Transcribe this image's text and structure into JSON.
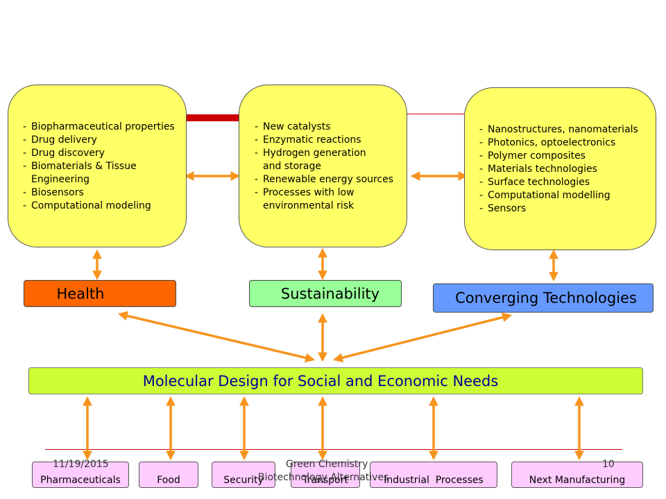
{
  "topics": [
    {
      "items": [
        "Biopharmaceutical properties",
        "Drug delivery",
        "Drug discovery",
        "Biomaterials & Tissue",
        "Engineering",
        "Biosensors",
        "Computational modeling"
      ]
    },
    {
      "items": [
        "New catalysts",
        "Enzymatic reactions",
        "Hydrogen generation",
        "and storage",
        "Renewable energy sources",
        "Processes with low",
        "environmental risk"
      ]
    },
    {
      "items": [
        "Nanostructures, nanomaterials",
        "Photonics, optoelectronics",
        "Polymer composites",
        "Materials technologies",
        "Surface technologies",
        "Computational modelling",
        "Sensors"
      ]
    }
  ],
  "labels": {
    "health": "Health",
    "sustainability": "Sustainability",
    "converging": "Converging Technologies",
    "central": "Molecular Design for Social and Economic Needs"
  },
  "bottom": [
    "Pharmaceuticals",
    "Food",
    "Security",
    "Transport",
    "Industrial  Processes",
    "Next Manufacturing"
  ],
  "footer": {
    "date": "11/19/2015",
    "title_line1": "Green Chemistry",
    "title_line2": "Biotechnology Alternatives",
    "page": "10"
  },
  "colors": {
    "topic_fill": "#ffff66",
    "health": "#ff6600",
    "sustainability": "#99ff99",
    "converging": "#6699ff",
    "central": "#ccff33",
    "bottom": "#ffccff",
    "arrow": "#f7941d",
    "accent_bar": "#cc0000"
  }
}
